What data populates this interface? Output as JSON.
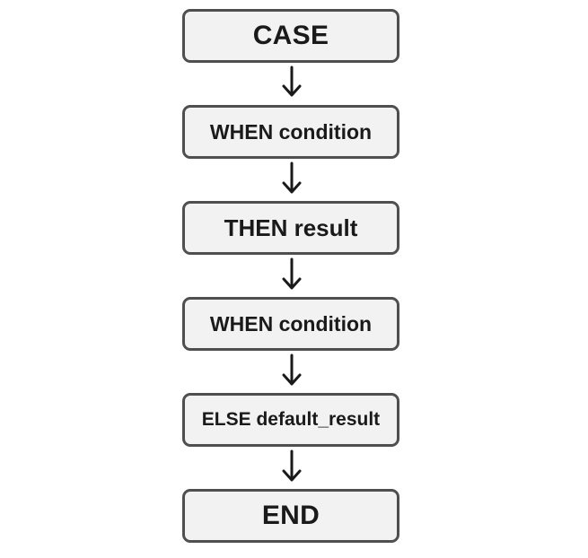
{
  "nodes": [
    {
      "id": "case",
      "label": "CASE"
    },
    {
      "id": "when1",
      "label": "WHEN condition"
    },
    {
      "id": "then",
      "label": "THEN result"
    },
    {
      "id": "when2",
      "label": "WHEN condition"
    },
    {
      "id": "else",
      "label": "ELSE default_result"
    },
    {
      "id": "end",
      "label": "END"
    }
  ],
  "colors": {
    "box_fill": "#f2f2f2",
    "box_border": "#4f4f4f",
    "arrow": "#1a1a1a",
    "text": "#1a1a1a"
  }
}
